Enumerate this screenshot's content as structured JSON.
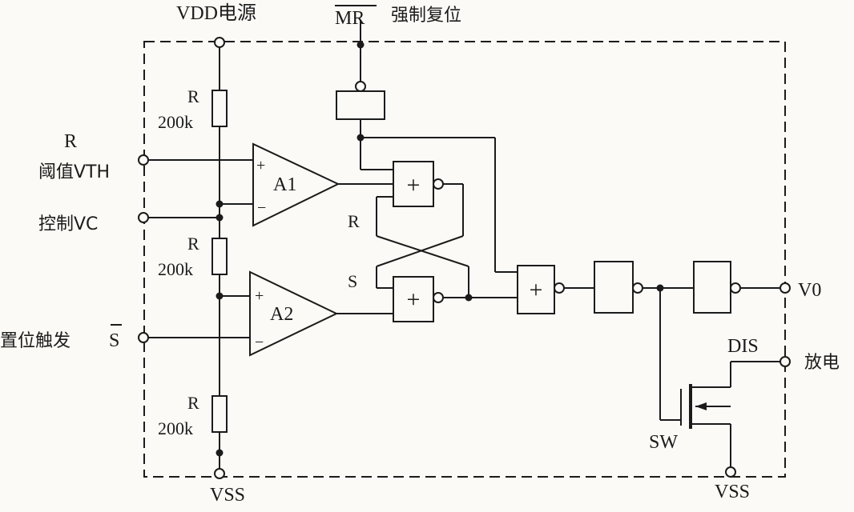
{
  "labels": {
    "vdd": "VDD电源",
    "mr_bar": "MR",
    "mr_text": "强制复位",
    "r_top": "R",
    "threshold": "阈值VTH",
    "control": "控制VC",
    "trigger": "置位触发",
    "s_bar": "S",
    "r_value": "200k",
    "res_r": "R",
    "a1": "A1",
    "a2": "A2",
    "plus": "+",
    "minus": "−",
    "latch_r": "R",
    "latch_s": "S",
    "v0": "V0",
    "dis": "DIS",
    "discharge": "放电",
    "sw": "SW",
    "vss_left": "VSS",
    "vss_right": "VSS"
  }
}
